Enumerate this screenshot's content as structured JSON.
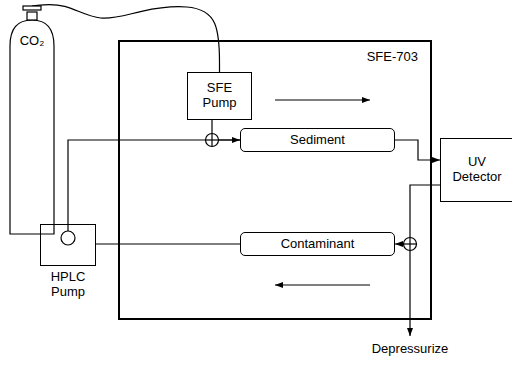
{
  "diagram": {
    "nodes": [
      {
        "text": [
          "CO₂"
        ]
      },
      {
        "text": [
          "SFE-703"
        ]
      },
      {
        "text": [
          "SFE Pump"
        ],
        "in": 1
      },
      {
        "text": [
          "Sediment"
        ],
        "in": 1
      },
      {
        "text": [
          "Contaminant"
        ],
        "in": 1
      },
      {
        "text": [
          "HPLC Pump"
        ]
      },
      {
        "text": [
          "UV Detector"
        ]
      }
    ],
    "edges": [
      {
        "from": 0,
        "to": 2,
        "arrow": "none"
      },
      {
        "from": 2,
        "to": 3,
        "arrow": "none"
      },
      {
        "from": 5,
        "to": 3,
        "arrow": "to"
      },
      {
        "from": 3,
        "to": 6,
        "arrow": "to"
      },
      {
        "from": 6,
        "to": 4,
        "arrow": "to"
      },
      {
        "from": 4,
        "to": 5,
        "arrow": "none"
      }
    ],
    "labels": [
      "Depressurize"
    ]
  }
}
